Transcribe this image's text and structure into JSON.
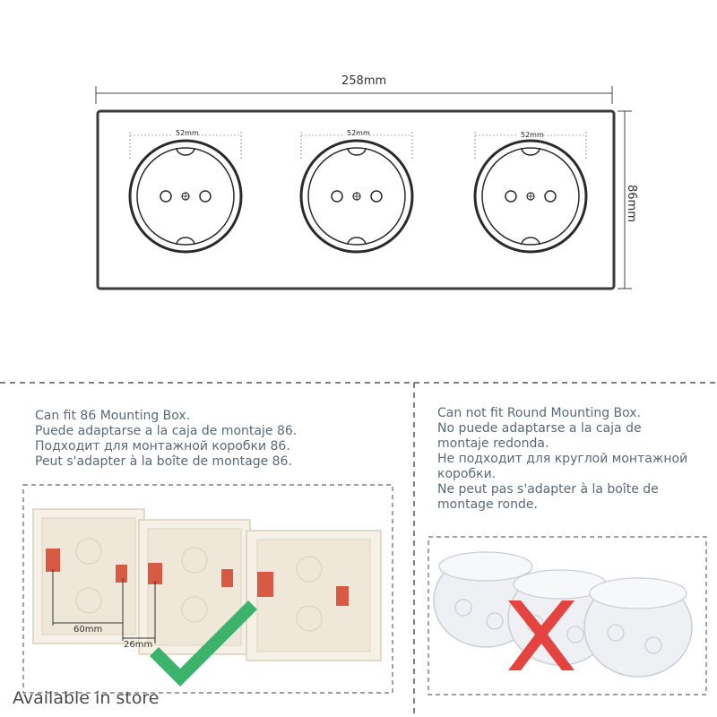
{
  "dimensions": {
    "width": "258mm",
    "height": "86mm",
    "socket_diameter": [
      "52mm",
      "52mm",
      "52mm"
    ]
  },
  "left_panel": {
    "lines": [
      "Can fit 86 Mounting Box.",
      "Puede adaptarse a la caja de montaje 86.",
      "Подходит для монтажной коробки 86.",
      "Peut s'adapter à la boîte de montage 86."
    ],
    "box_dims": [
      "60mm",
      "26mm"
    ],
    "mark_icon": "check-icon",
    "mark_color": "#3bb36b"
  },
  "right_panel": {
    "lines": [
      "Can not fit Round Mounting Box.",
      "No puede adaptarse a la caja de",
      "montaje redonda.",
      "Не подходит для круглой монтажной",
      "коробки.",
      "Ne peut pas s'adapter à la boîte de",
      "montage ronde."
    ],
    "mark_icon": "cross-icon",
    "mark_color": "#e5433f"
  },
  "footer": {
    "store_text": "Available in store"
  }
}
